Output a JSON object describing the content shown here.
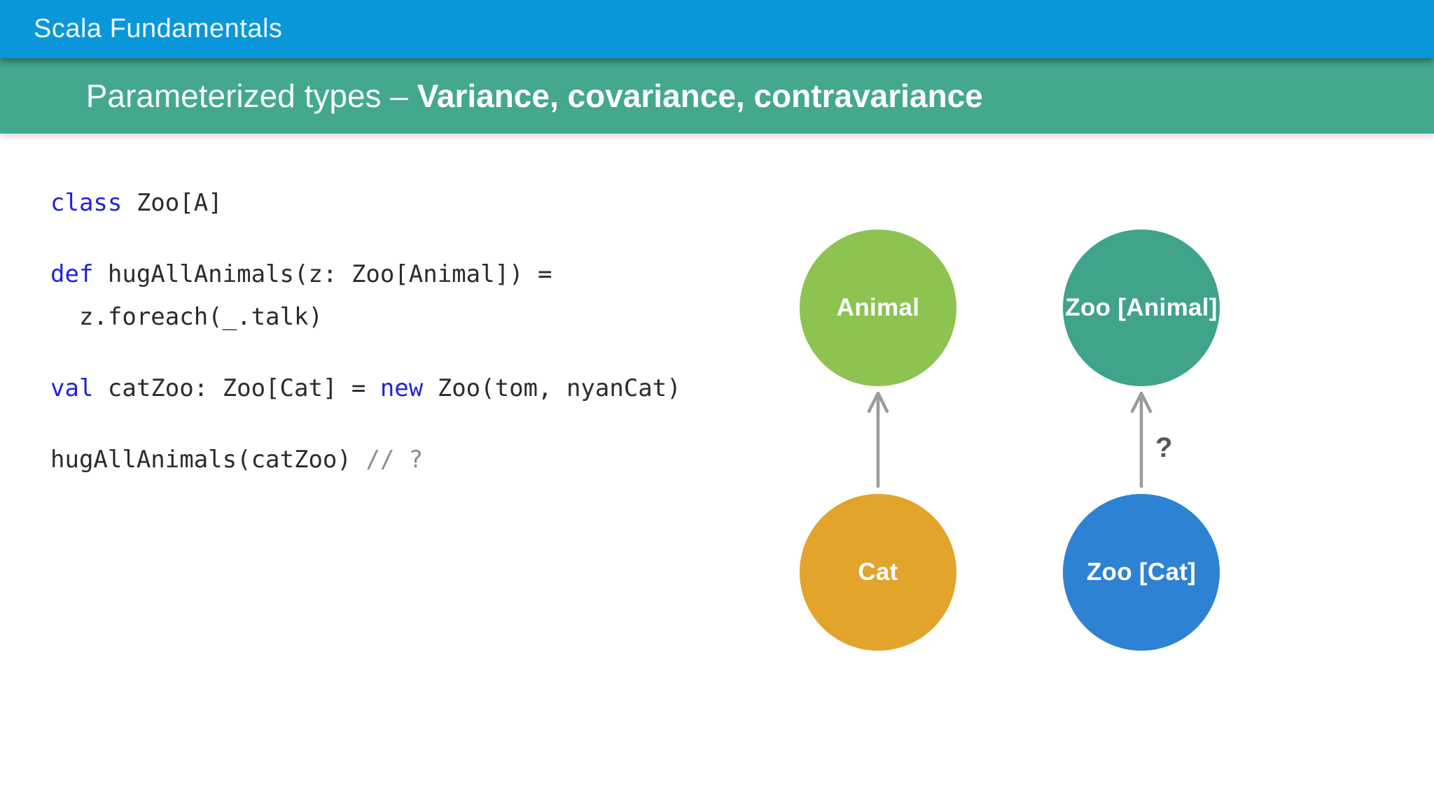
{
  "topbar": {
    "title": "Scala Fundamentals"
  },
  "slide_header": {
    "prefix": "Parameterized types",
    "separator": " – ",
    "emphasis": "Variance, covariance, contravariance"
  },
  "code": {
    "lines": [
      {
        "tokens": [
          {
            "text": "class",
            "type": "keyword"
          },
          {
            "text": " Zoo[A]",
            "type": "plain"
          }
        ]
      },
      {
        "tokens": [
          {
            "text": "def",
            "type": "keyword"
          },
          {
            "text": " hugAllAnimals(z: Zoo[Animal]) =",
            "type": "plain"
          }
        ]
      },
      {
        "tokens": [
          {
            "text": "  z.foreach(_.talk)",
            "type": "plain"
          }
        ]
      },
      {
        "tokens": [
          {
            "text": "val",
            "type": "keyword"
          },
          {
            "text": " catZoo: Zoo[Cat] = ",
            "type": "plain"
          },
          {
            "text": "new",
            "type": "keyword"
          },
          {
            "text": " Zoo(tom, nyanCat)",
            "type": "plain"
          }
        ]
      },
      {
        "tokens": [
          {
            "text": "hugAllAnimals(catZoo) ",
            "type": "plain"
          },
          {
            "text": "// ?",
            "type": "comment"
          }
        ]
      }
    ]
  },
  "diagram": {
    "nodes": [
      {
        "id": "animal",
        "label": "Animal",
        "color": "#8dc351"
      },
      {
        "id": "zoo-animal",
        "label": "Zoo [Animal]",
        "color": "#40a38c"
      },
      {
        "id": "cat",
        "label": "Cat",
        "color": "#e2a42a"
      },
      {
        "id": "zoo-cat",
        "label": "Zoo [Cat]",
        "color": "#2e82d4"
      }
    ],
    "edges": [
      {
        "from": "cat",
        "to": "animal",
        "label": ""
      },
      {
        "from": "zoo-cat",
        "to": "zoo-animal",
        "label": "?"
      }
    ]
  },
  "colors": {
    "topbar_bg": "#0997da",
    "slide_header_bg": "#43a88e",
    "keyword_blue": "#2323d7",
    "code_text": "#2b2b2b",
    "comment_gray": "#8d8d8d",
    "arrow_gray": "#9b9b9b",
    "question_mark": "#55555c"
  }
}
